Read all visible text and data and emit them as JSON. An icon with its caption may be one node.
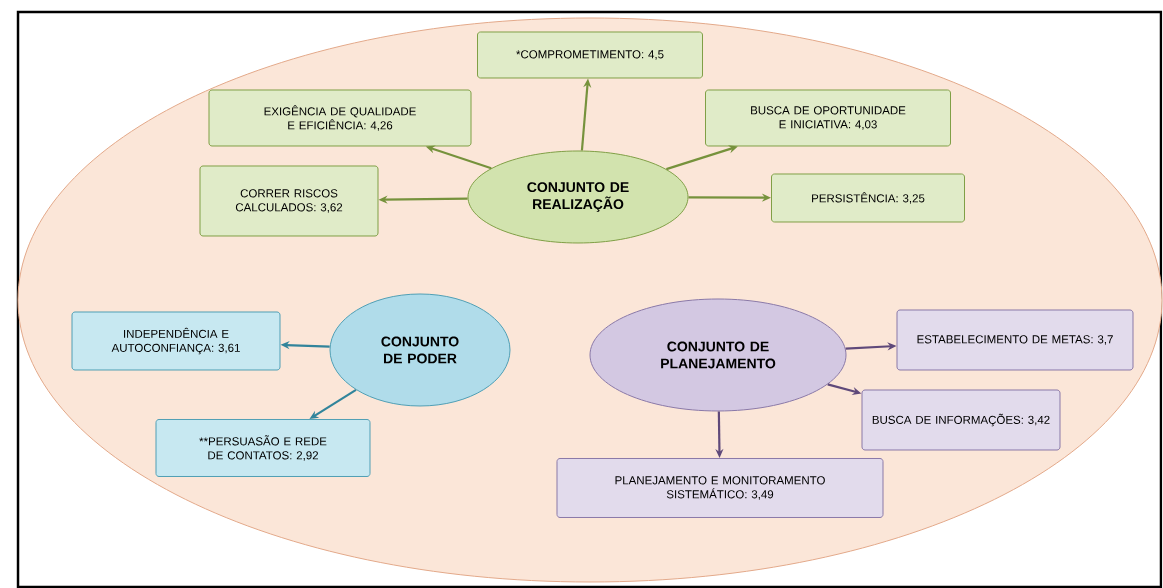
{
  "diagram": {
    "nodes": [
      {
        "text": [
          "CONJUNTO DE REALIZAÇÃO"
        ]
      },
      {
        "text": [
          "*COMPROMETIMENTO: 4,5"
        ]
      },
      {
        "text": [
          "EXIGÊNCIA DE QUALIDADE E EFICIÊNCIA: 4,26"
        ]
      },
      {
        "text": [
          "BUSCA DE OPORTUNIDADE E INICIATIVA: 4,03"
        ]
      },
      {
        "text": [
          "CORRER RISCOS CALCULADOS: 3,62"
        ]
      },
      {
        "text": [
          "PERSISTÊNCIA: 3,25"
        ]
      },
      {
        "text": [
          "CONJUNTO DE PODER"
        ]
      },
      {
        "text": [
          "INDEPENDÊNCIA E AUTOCONFIANÇA: 3,61"
        ]
      },
      {
        "text": [
          "**PERSUASÃO E REDE DE CONTATOS: 2,92"
        ]
      },
      {
        "text": [
          "CONJUNTO DE PLANEJAMENTO"
        ]
      },
      {
        "text": [
          "ESTABELECIMENTO DE METAS: 3,7"
        ]
      },
      {
        "text": [
          "BUSCA DE INFORMAÇÕES: 3,42"
        ]
      },
      {
        "text": [
          "PLANEJAMENTO E MONITORAMENTO SISTEMÁTICO: 3,49"
        ]
      }
    ],
    "edges": [
      {
        "from": 0,
        "to": 1,
        "arrow": "to"
      },
      {
        "from": 0,
        "to": 2,
        "arrow": "to"
      },
      {
        "from": 0,
        "to": 3,
        "arrow": "to"
      },
      {
        "from": 0,
        "to": 4,
        "arrow": "to"
      },
      {
        "from": 0,
        "to": 5,
        "arrow": "to"
      },
      {
        "from": 6,
        "to": 7,
        "arrow": "to",
        "color": "#31849b"
      },
      {
        "from": 6,
        "to": 8,
        "arrow": "to",
        "color": "#31849b"
      },
      {
        "from": 9,
        "to": 10,
        "arrow": "to",
        "color": "#5f497a"
      },
      {
        "from": 9,
        "to": 11,
        "arrow": "to",
        "color": "#5f497a"
      },
      {
        "from": 9,
        "to": 12,
        "arrow": "to",
        "color": "#5f497a"
      }
    ]
  }
}
